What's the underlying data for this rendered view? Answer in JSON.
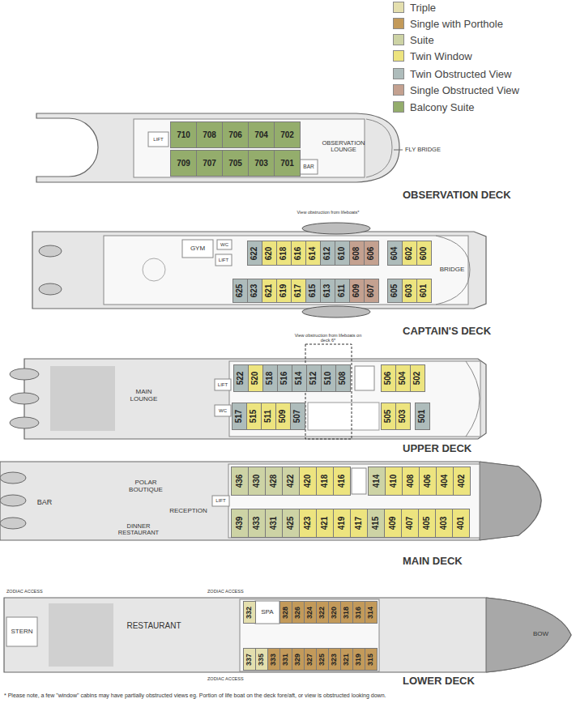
{
  "diagram": {
    "nodes": [
      {
        "text": [
          "710"
        ]
      },
      {
        "text": [
          "708"
        ]
      },
      {
        "text": [
          "706"
        ]
      },
      {
        "text": [
          "704"
        ]
      },
      {
        "text": [
          "702"
        ]
      },
      {
        "text": [
          "709"
        ]
      },
      {
        "text": [
          "707"
        ]
      },
      {
        "text": [
          "705"
        ]
      },
      {
        "text": [
          "703"
        ]
      },
      {
        "text": [
          "701"
        ]
      },
      {
        "text": [
          "622"
        ]
      },
      {
        "text": [
          "620"
        ]
      },
      {
        "text": [
          "618"
        ]
      },
      {
        "text": [
          "616"
        ]
      },
      {
        "text": [
          "614"
        ]
      },
      {
        "text": [
          "612"
        ]
      },
      {
        "text": [
          "610"
        ]
      },
      {
        "text": [
          "608"
        ]
      },
      {
        "text": [
          "606"
        ]
      },
      {
        "text": [
          "604"
        ]
      },
      {
        "text": [
          "602"
        ]
      },
      {
        "text": [
          "600"
        ]
      },
      {
        "text": [
          "625"
        ]
      },
      {
        "text": [
          "623"
        ]
      },
      {
        "text": [
          "621"
        ]
      },
      {
        "text": [
          "619"
        ]
      },
      {
        "text": [
          "617"
        ]
      },
      {
        "text": [
          "615"
        ]
      },
      {
        "text": [
          "613"
        ]
      },
      {
        "text": [
          "611"
        ]
      },
      {
        "text": [
          "609"
        ]
      },
      {
        "text": [
          "607"
        ]
      },
      {
        "text": [
          "605"
        ]
      },
      {
        "text": [
          "603"
        ]
      },
      {
        "text": [
          "601"
        ]
      },
      {
        "text": [
          "522"
        ]
      },
      {
        "text": [
          "520"
        ]
      },
      {
        "text": [
          "518"
        ]
      },
      {
        "text": [
          "516"
        ]
      },
      {
        "text": [
          "514"
        ]
      },
      {
        "text": [
          "512"
        ]
      },
      {
        "text": [
          "510"
        ]
      },
      {
        "text": [
          "508"
        ]
      },
      {
        "text": [
          "506"
        ]
      },
      {
        "text": [
          "504"
        ]
      },
      {
        "text": [
          "502"
        ]
      },
      {
        "text": [
          "517"
        ]
      },
      {
        "text": [
          "515"
        ]
      },
      {
        "text": [
          "511"
        ]
      },
      {
        "text": [
          "509"
        ]
      },
      {
        "text": [
          "507"
        ]
      },
      {
        "text": [
          "505"
        ]
      },
      {
        "text": [
          "503"
        ]
      },
      {
        "text": [
          "501"
        ]
      },
      {
        "text": [
          "436"
        ]
      },
      {
        "text": [
          "430"
        ]
      },
      {
        "text": [
          "428"
        ]
      },
      {
        "text": [
          "422"
        ]
      },
      {
        "text": [
          "420"
        ]
      },
      {
        "text": [
          "418"
        ]
      },
      {
        "text": [
          "416"
        ]
      },
      {
        "text": [
          "414"
        ]
      },
      {
        "text": [
          "410"
        ]
      },
      {
        "text": [
          "408"
        ]
      },
      {
        "text": [
          "406"
        ]
      },
      {
        "text": [
          "404"
        ]
      },
      {
        "text": [
          "402"
        ]
      },
      {
        "text": [
          "439"
        ]
      },
      {
        "text": [
          "433"
        ]
      },
      {
        "text": [
          "431"
        ]
      },
      {
        "text": [
          "425"
        ]
      },
      {
        "text": [
          "423"
        ]
      },
      {
        "text": [
          "421"
        ]
      },
      {
        "text": [
          "419"
        ]
      },
      {
        "text": [
          "417"
        ]
      },
      {
        "text": [
          "415"
        ]
      },
      {
        "text": [
          "409"
        ]
      },
      {
        "text": [
          "407"
        ]
      },
      {
        "text": [
          "405"
        ]
      },
      {
        "text": [
          "403"
        ]
      },
      {
        "text": [
          "401"
        ]
      },
      {
        "text": [
          "332"
        ]
      },
      {
        "text": [
          "328"
        ]
      },
      {
        "text": [
          "326"
        ]
      },
      {
        "text": [
          "324"
        ]
      },
      {
        "text": [
          "322"
        ]
      },
      {
        "text": [
          "320"
        ]
      },
      {
        "text": [
          "318"
        ]
      },
      {
        "text": [
          "316"
        ]
      },
      {
        "text": [
          "314"
        ]
      },
      {
        "text": [
          "337"
        ]
      },
      {
        "text": [
          "335"
        ]
      },
      {
        "text": [
          "333"
        ]
      },
      {
        "text": [
          "331"
        ]
      },
      {
        "text": [
          "329"
        ]
      },
      {
        "text": [
          "327"
        ]
      },
      {
        "text": [
          "325"
        ]
      },
      {
        "text": [
          "323"
        ]
      },
      {
        "text": [
          "321"
        ]
      },
      {
        "text": [
          "319"
        ]
      },
      {
        "text": [
          "315"
        ]
      }
    ],
    "labels": [
      "LIFT",
      "OBSERVATION LOUNGE",
      "BAR",
      "FLY BRIDGE",
      "OBSERVATION DECK",
      "View obstruction from lifeboats*",
      "GYM",
      "WC",
      "LIFT",
      "BRIDGE",
      "CAPTAIN'S DECK",
      "View obstruction from lifeboats on deck 6*",
      "MAIN LOUNGE",
      "LIFT",
      "WC",
      "UPPER DECK",
      "POLAR BOUTIQUE",
      "RECEPTION",
      "LIFT",
      "BAR",
      "DINNER RESTAURANT",
      "MAIN DECK",
      "ZODIAC ACCESS",
      "ZODIAC ACCESS",
      "SPA",
      "STERN",
      "RESTAURANT",
      "BOW",
      "ZODIAC ACCESS",
      "LOWER DECK",
      "* Please note, a few \"window\" cabins may have partially obstructed views eg. Portion of life boat on the deck fore/aft, or view is obstructed looking down."
    ],
    "legend": [
      {
        "text": "Triple",
        "color": "#e4dfae"
      },
      {
        "text": "Single with Porthole",
        "color": "#c39a5a"
      },
      {
        "text": "Suite",
        "color": "#cdd3a5"
      },
      {
        "text": "Twin Window",
        "color": "#ede47f"
      },
      {
        "text": "Twin Obstructed View",
        "color": "#aebcbb"
      },
      {
        "text": "Single Obstructed View",
        "color": "#c4a190"
      },
      {
        "text": "Balcony Suite",
        "color": "#94ad6c"
      }
    ]
  }
}
